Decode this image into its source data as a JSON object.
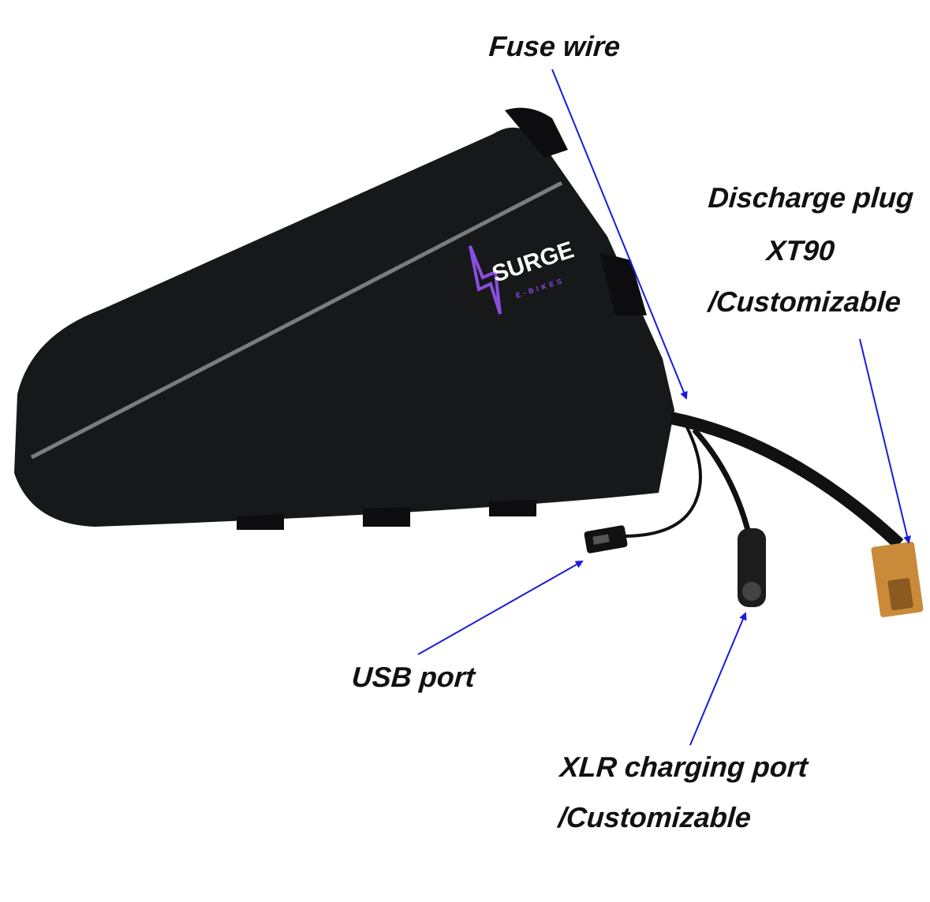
{
  "labels": {
    "fuse_wire": "Fuse wire",
    "discharge_plug": "Discharge plug",
    "xt90": "XT90",
    "discharge_custom": "/Customizable",
    "usb_port": "USB port",
    "xlr_port": "XLR charging port",
    "xlr_custom": "/Customizable"
  },
  "logo": {
    "brand": "SURGE",
    "sub": "E-BIKES"
  },
  "colors": {
    "arrow": "#1a1adc",
    "bag": "#141517",
    "logo_accent": "#8a4ee0",
    "connector": "#c98a3a"
  }
}
